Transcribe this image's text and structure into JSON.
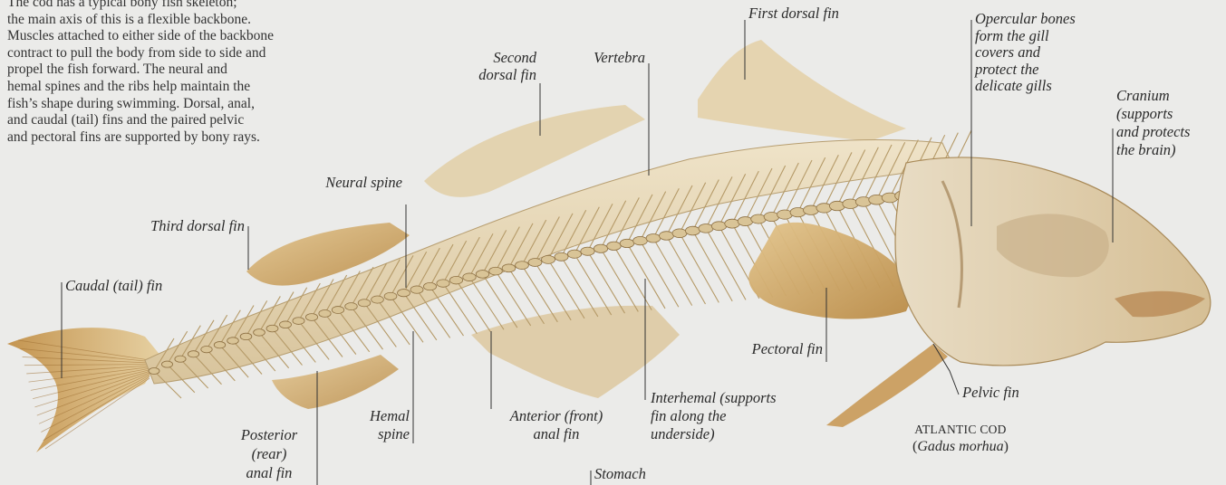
{
  "intro": {
    "lines": [
      "The cod has a typical bony fish skeleton;",
      "the main axis of this is a flexible backbone.",
      "Muscles attached to either side of the backbone",
      "contract to pull the body from side to side and",
      "propel the fish forward. The neural and",
      "hemal spines and the ribs help maintain the",
      "fish’s shape during swimming. Dorsal, anal,",
      "and caudal (tail) fins and the paired pelvic",
      "and pectoral fins are supported by bony rays."
    ]
  },
  "labels": {
    "first_dorsal_fin": "First dorsal  fin",
    "opercular": [
      "Opercular bones",
      "form the gill",
      "covers and",
      "protect the",
      "delicate gills"
    ],
    "cranium": [
      "Cranium",
      "(supports",
      "and protects",
      "the brain)"
    ],
    "second_dorsal_fin": [
      "Second",
      "dorsal fin"
    ],
    "vertebra": "Vertebra",
    "neural_spine": "Neural spine",
    "third_dorsal_fin": "Third dorsal fin",
    "caudal_fin": "Caudal (tail) fin",
    "pectoral_fin": "Pectoral fin",
    "pelvic_fin": "Pelvic fin",
    "interhemal": [
      "Interhemal (supports",
      "fin along the",
      "underside)"
    ],
    "anterior_anal_fin": [
      "Anterior (front)",
      "anal fin"
    ],
    "hemal_spine": [
      "Hemal",
      "spine"
    ],
    "posterior_anal_fin": [
      "Posterior",
      "(rear)",
      "anal fin"
    ],
    "stomach": "Stomach"
  },
  "species": {
    "common_name": "ATLANTIC COD",
    "open_paren": "(",
    "scientific_name": "Gadus morhua",
    "close_paren": ")"
  },
  "colors": {
    "background": "#ebebe9",
    "fin": "#c9a66b",
    "fin_dark": "#a8783a",
    "bone": "#e9dcc0",
    "bone_shadow": "#c8b48c",
    "text": "#2a2a2a"
  }
}
